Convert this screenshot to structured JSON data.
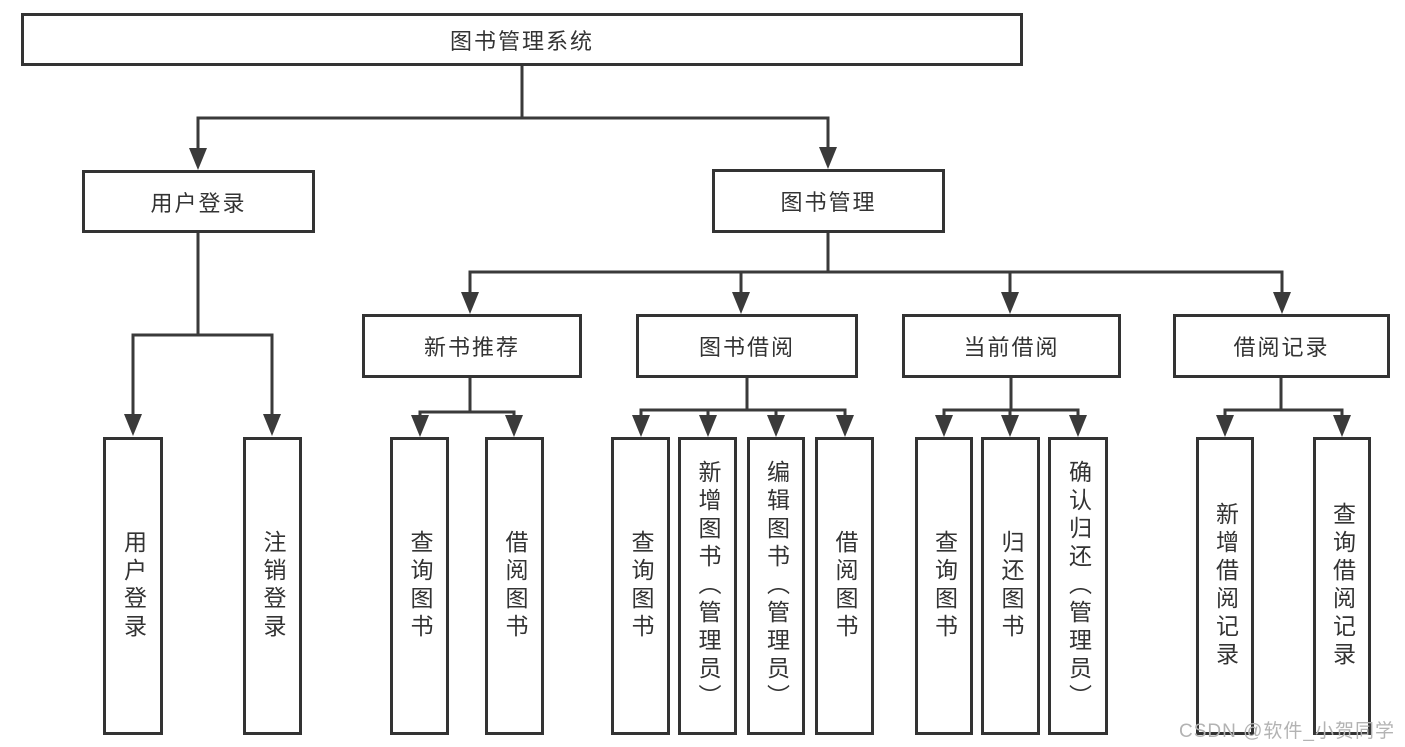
{
  "tree": {
    "root": "图书管理系统",
    "branches": [
      {
        "label": "用户登录",
        "children": [
          "用户登录",
          "注销登录"
        ]
      },
      {
        "label": "图书管理",
        "children": [
          {
            "label": "新书推荐",
            "children": [
              "查询图书",
              "借阅图书"
            ]
          },
          {
            "label": "图书借阅",
            "children": [
              "查询图书",
              "新增图书（管理员）",
              "编辑图书（管理员）",
              "借阅图书"
            ]
          },
          {
            "label": "当前借阅",
            "children": [
              "查询图书",
              "归还图书",
              "确认归还（管理员）"
            ]
          },
          {
            "label": "借阅记录",
            "children": [
              "新增借阅记录",
              "查询借阅记录"
            ]
          }
        ]
      }
    ]
  },
  "watermark": "CSDN @软件_小贺同学",
  "colors": {
    "line": "#3a3a3a",
    "border": "#333333",
    "text": "#333333",
    "watermark": "#b3b3b3",
    "background": "#ffffff"
  }
}
